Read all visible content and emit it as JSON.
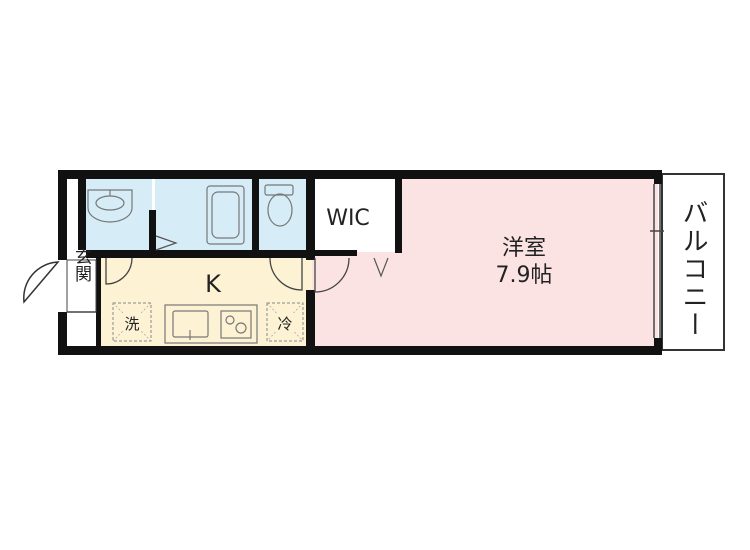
{
  "rooms": {
    "western_room": {
      "name": "洋室",
      "size": "7.9帖"
    },
    "kitchen": {
      "name": "K"
    },
    "walk_in_closet": {
      "name": "WIC"
    },
    "balcony": {
      "name": "バルコニー"
    },
    "entrance": {
      "name": "玄関"
    }
  },
  "fixtures": {
    "washer_space": "洗",
    "fridge_space": "冷"
  },
  "colors": {
    "western_room_fill": "#fbe3e3",
    "kitchen_fill": "#fdf3d4",
    "wet_area_fill": "#d6ecf7",
    "wall": "#111111",
    "fixture_stroke": "#888888"
  }
}
